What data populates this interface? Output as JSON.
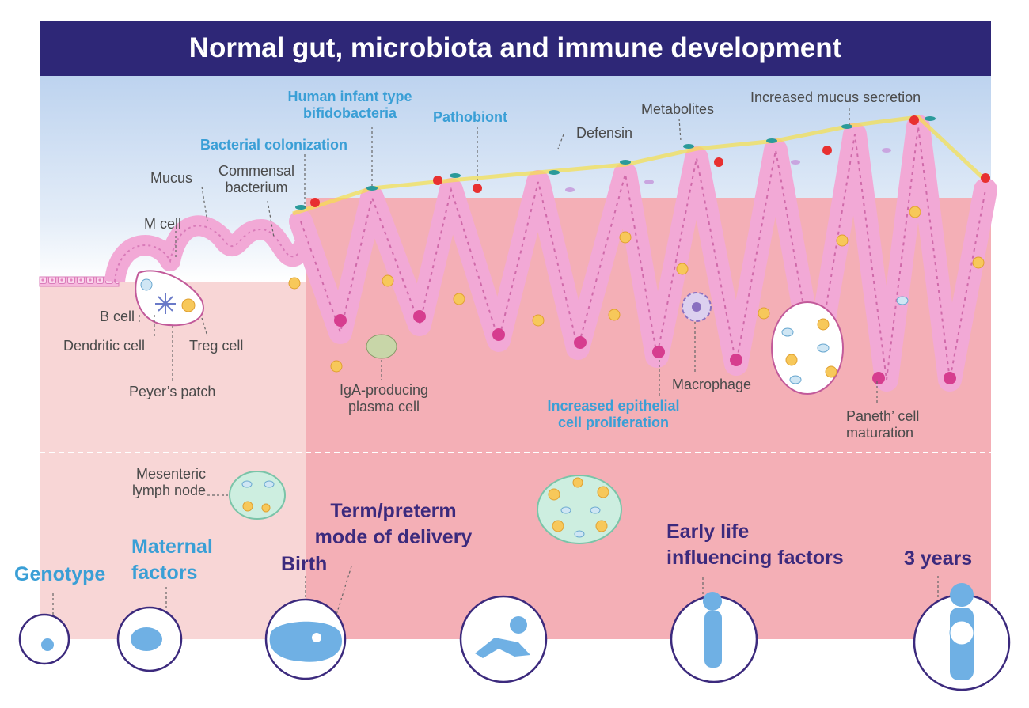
{
  "title": "Normal gut, microbiota and immune development",
  "colors": {
    "title_bg": "#2e2777",
    "sky": "#c7daf1",
    "tissue_light": "#f8d6d6",
    "tissue": "#f4afb6",
    "epithelium": "#ef9ac7",
    "crypt": "#d63d8f",
    "mucus": "#f7e04a",
    "label_blue": "#3a9fd6",
    "stage_purple": "#3c2a7d",
    "silhouette": "#6fb0e4"
  },
  "labels": {
    "mucus": "Mucus",
    "m_cell": "M cell",
    "commensal": [
      "Commensal",
      "bacterium"
    ],
    "bacterial_colonization": "Bacterial colonization",
    "human_infant": [
      "Human infant type",
      "bifidobacteria"
    ],
    "pathobiont": "Pathobiont",
    "defensin": "Defensin",
    "metabolites": "Metabolites",
    "increased_mucus": "Increased mucus secretion",
    "b_cell": "B cell",
    "dendritic_cell": "Dendritic cell",
    "treg_cell": "Treg  cell",
    "peyers_patch": "Peyer’s patch",
    "iga": [
      "IgA-producing",
      "plasma cell"
    ],
    "increased_epithelial": [
      "Increased epithelial",
      "cell proliferation"
    ],
    "macrophage": "Macrophage",
    "paneth": [
      "Paneth’ cell",
      "maturation"
    ],
    "mesenteric": [
      "Mesenteric",
      "lymph node"
    ]
  },
  "stages": {
    "genotype": "Genotype",
    "maternal": [
      "Maternal",
      "factors"
    ],
    "birth": "Birth",
    "term": [
      "Term/preterm",
      "mode of delivery"
    ],
    "early_life": [
      "Early life",
      "influencing factors"
    ],
    "three_years": "3 years"
  },
  "icons": [
    "cell-icon",
    "fetus-icon",
    "placenta-icon",
    "crawling-baby-icon",
    "child-icon",
    "child-icon"
  ]
}
